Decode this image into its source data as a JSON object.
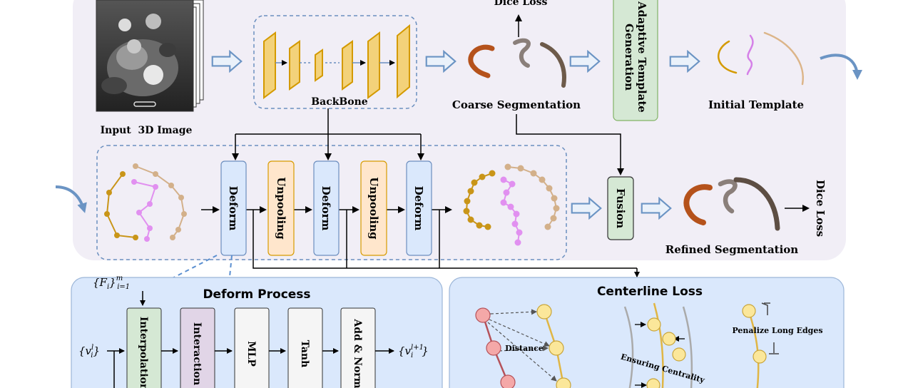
{
  "top": {
    "input_label": "Input  3D Image",
    "backbone_label": "BackBone",
    "dice_loss_top": "Dice Loss",
    "coarse_label": "Coarse Segmentation",
    "template_gen_line1": "Adaptive Template",
    "template_gen_line2": "Generation",
    "initial_template_label": "Initial Template"
  },
  "middle": {
    "deform_1": "Deform",
    "unpooling_1": "Unpooling",
    "deform_2": "Deform",
    "unpooling_2": "Unpooling",
    "deform_3": "Deform",
    "fusion": "Fusion",
    "refined_label": "Refined Segmentation",
    "dice_loss_right": "Dice Loss"
  },
  "deform_process": {
    "title": "Deform Process",
    "features_base": "{F",
    "features_sub": "i",
    "features_close": "}",
    "features_sup": "m",
    "features_range": "i=1",
    "vertex_in_base": "{v",
    "vertex_in_sup": "l",
    "vertex_in_sub": "i",
    "vertex_in_close": "}",
    "vertex_out_base": "{v",
    "vertex_out_sup": "l+1",
    "vertex_out_sub": "i",
    "vertex_out_close": "}",
    "steps": [
      "Interpolation",
      "Interaction",
      "MLP",
      "Tanh",
      "Add & Norm"
    ]
  },
  "centerline_loss": {
    "title": "Centerline Loss",
    "distance_label": "Distance",
    "centrality_label": "Ensuring Centrality",
    "long_edges_label": "Penalize Long Edges"
  },
  "colors": {
    "panel_bg": "#f1eef6",
    "blue_box": "#dae8fc",
    "orange_box": "#ffe6cc",
    "green_box": "#d5e8d4",
    "purple_box": "#e1d5e7",
    "gray_box": "#f5f5f5",
    "gold": "#d6a520",
    "brown": "#b8860b",
    "pink_node": "#f4a8a8",
    "yellow_node": "#fbe79a",
    "arrow_blue": "#6b94c4"
  }
}
